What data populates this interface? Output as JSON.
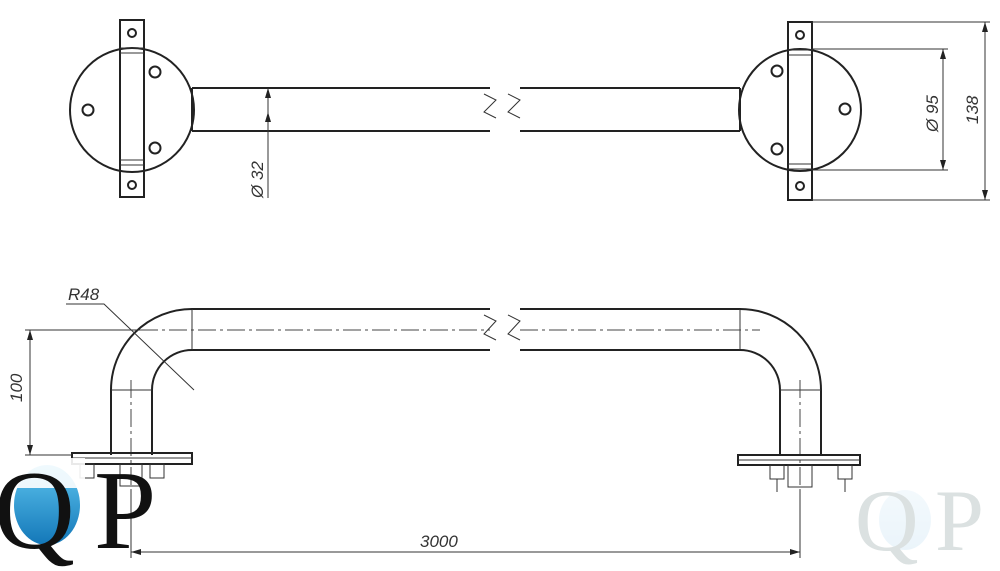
{
  "dimensions": {
    "pipe_diameter": "Ø 32",
    "flange_diameter": "Ø 95",
    "bracket_height": "138",
    "bend_radius": "R48",
    "height": "100",
    "length": "3000"
  },
  "logo": {
    "text_q": "Q",
    "text_p": "P"
  },
  "colors": {
    "line": "#222222",
    "water": "#2aa0d8",
    "logo": "#111111"
  }
}
